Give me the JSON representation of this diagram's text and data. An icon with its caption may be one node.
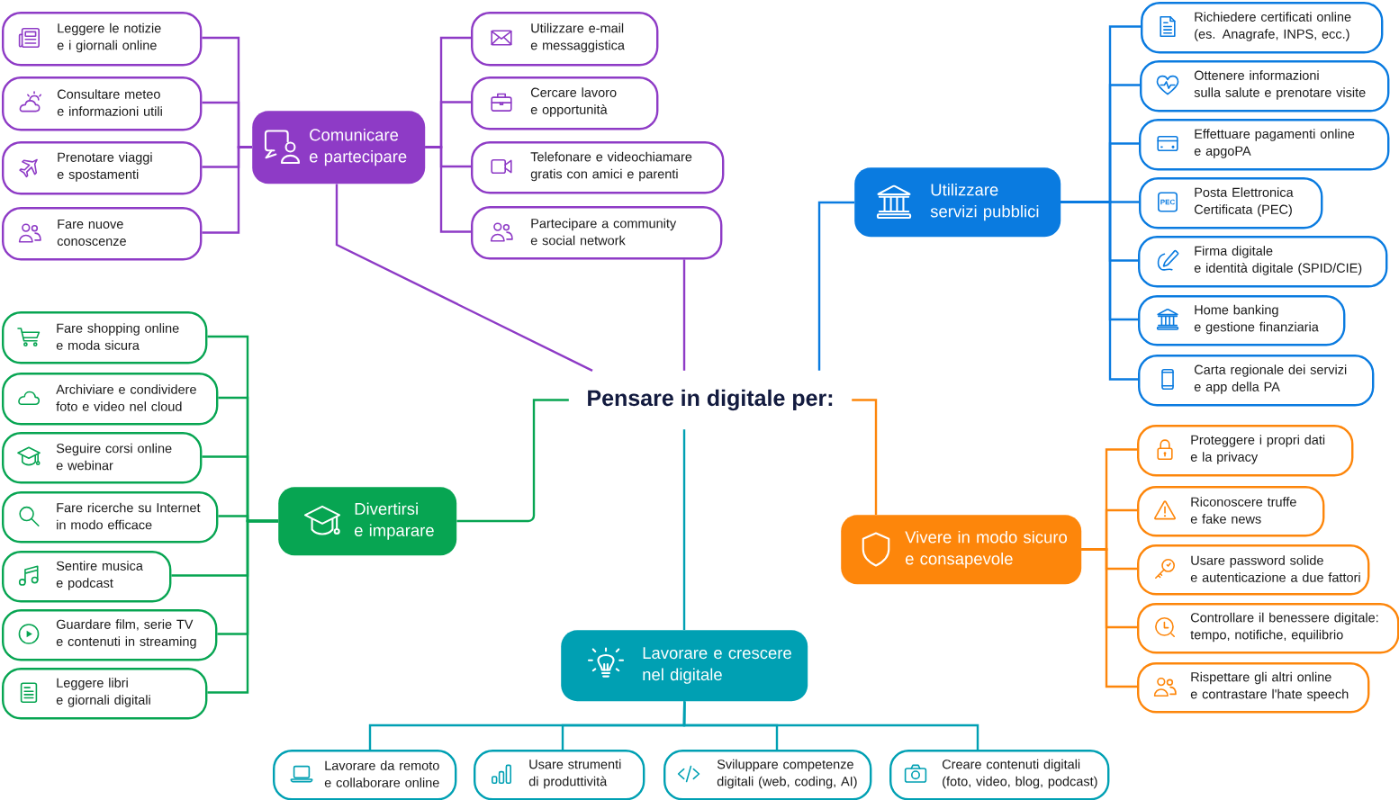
{
  "diagram": {
    "nodes": [
      {
        "text": [
          "Pensare in digitale per:"
        ]
      },
      {
        "text": [
          "Comunicare e partecipare"
        ]
      },
      {
        "text": [
          "Leggere le notizie e i giornali online"
        ]
      },
      {
        "text": [
          "Consultare meteo e informazioni utili"
        ]
      },
      {
        "text": [
          "Prenotare viaggi e spostamenti"
        ]
      },
      {
        "text": [
          "Fare nuove conoscenze"
        ]
      },
      {
        "text": [
          "Utilizzare e-mail e messaggistica"
        ]
      },
      {
        "text": [
          "Cercare lavoro e opportunità"
        ]
      },
      {
        "text": [
          "Telefonare e videochiamare gratis con amici e parenti"
        ]
      },
      {
        "text": [
          "Partecipare a community e social network"
        ]
      },
      {
        "text": [
          "Utilizzare servizi pubblici"
        ]
      },
      {
        "text": [
          "Richiedere certificati online (es. Anagrafe, INPS, ecc.)"
        ]
      },
      {
        "text": [
          "Ottenere informazioni sulla salute e prenotare visite"
        ]
      },
      {
        "text": [
          "Effettuare pagamenti online e apgoPA"
        ]
      },
      {
        "text": [
          "Posta Elettronica Certificata (PEC)"
        ]
      },
      {
        "text": [
          "Firma digitale e identità digitale (SPID/CIE)"
        ]
      },
      {
        "text": [
          "Home banking e gestione finanziaria"
        ]
      },
      {
        "text": [
          "Carta regionale dei servizi e app della PA"
        ]
      },
      {
        "text": [
          "Divertirsi e imparare"
        ]
      },
      {
        "text": [
          "Fare shopping online e moda sicura"
        ]
      },
      {
        "text": [
          "Archiviare e condividere foto e video nel cloud"
        ]
      },
      {
        "text": [
          "Seguire corsi online e webinar"
        ]
      },
      {
        "text": [
          "Fare ricerche su Internet in modo efficace"
        ]
      },
      {
        "text": [
          "Sentire musica e podcast"
        ]
      },
      {
        "text": [
          "Guardare film, serie TV e contenuti in streaming"
        ]
      },
      {
        "text": [
          "Leggere libri e giornali digitali"
        ]
      },
      {
        "text": [
          "Vivere in modo sicuro e consapevole"
        ]
      },
      {
        "text": [
          "Proteggere i propri dati e la privacy"
        ]
      },
      {
        "text": [
          "Riconoscere truffe e fake news"
        ]
      },
      {
        "text": [
          "Usare password solide e autenticazione a due fattori"
        ]
      },
      {
        "text": [
          "Controllare il benessere digitale: tempo, notifiche, equilibrio"
        ]
      },
      {
        "text": [
          "Rispettare gli altri online e contrastare l'hate speech"
        ]
      },
      {
        "text": [
          "Lavorare e crescere nel digitale"
        ]
      },
      {
        "text": [
          "Lavorare da remoto e collaborare online"
        ]
      },
      {
        "text": [
          "Usare strumenti di produttività"
        ]
      },
      {
        "text": [
          "Sviluppare competenze digitali (web, coding, AI)"
        ]
      },
      {
        "text": [
          "Creare contenuti digitali (foto, video, blog, podcast)"
        ]
      }
    ],
    "edges": [
      {
        "from": 0,
        "to": 1,
        "arrow": "none",
        "color": "#8e3bc6"
      },
      {
        "from": 0,
        "to": 9,
        "arrow": "none",
        "color": "#8e3bc6"
      },
      {
        "from": 1,
        "to": 2,
        "arrow": "none",
        "color": "#8e3bc6"
      },
      {
        "from": 1,
        "to": 3,
        "arrow": "none",
        "color": "#8e3bc6"
      },
      {
        "from": 1,
        "to": 4,
        "arrow": "none",
        "color": "#8e3bc6"
      },
      {
        "from": 1,
        "to": 5,
        "arrow": "none",
        "color": "#8e3bc6"
      },
      {
        "from": 1,
        "to": 6,
        "arrow": "none",
        "color": "#8e3bc6"
      },
      {
        "from": 1,
        "to": 7,
        "arrow": "none",
        "color": "#8e3bc6"
      },
      {
        "from": 1,
        "to": 8,
        "arrow": "none",
        "color": "#8e3bc6"
      },
      {
        "from": 1,
        "to": 9,
        "arrow": "none",
        "color": "#8e3bc6"
      },
      {
        "from": 0,
        "to": 10,
        "arrow": "none",
        "color": "#0a7be0"
      },
      {
        "from": 10,
        "to": 11,
        "arrow": "none",
        "color": "#0a7be0"
      },
      {
        "from": 10,
        "to": 12,
        "arrow": "none",
        "color": "#0a7be0"
      },
      {
        "from": 10,
        "to": 13,
        "arrow": "none",
        "color": "#0a7be0"
      },
      {
        "from": 10,
        "to": 14,
        "arrow": "none",
        "color": "#0a7be0"
      },
      {
        "from": 10,
        "to": 15,
        "arrow": "none",
        "color": "#0a7be0"
      },
      {
        "from": 10,
        "to": 16,
        "arrow": "none",
        "color": "#0a7be0"
      },
      {
        "from": 10,
        "to": 17,
        "arrow": "none",
        "color": "#0a7be0"
      },
      {
        "from": 0,
        "to": 18,
        "arrow": "none",
        "color": "#07a552"
      },
      {
        "from": 18,
        "to": 19,
        "arrow": "none",
        "color": "#07a552"
      },
      {
        "from": 18,
        "to": 20,
        "arrow": "none",
        "color": "#07a552"
      },
      {
        "from": 18,
        "to": 21,
        "arrow": "none",
        "color": "#07a552"
      },
      {
        "from": 18,
        "to": 22,
        "arrow": "none",
        "color": "#07a552"
      },
      {
        "from": 18,
        "to": 23,
        "arrow": "none",
        "color": "#07a552"
      },
      {
        "from": 18,
        "to": 24,
        "arrow": "none",
        "color": "#07a552"
      },
      {
        "from": 18,
        "to": 25,
        "arrow": "none",
        "color": "#07a552"
      },
      {
        "from": 0,
        "to": 26,
        "arrow": "none",
        "color": "#fd860b"
      },
      {
        "from": 26,
        "to": 27,
        "arrow": "none",
        "color": "#fd860b"
      },
      {
        "from": 26,
        "to": 28,
        "arrow": "none",
        "color": "#fd860b"
      },
      {
        "from": 26,
        "to": 29,
        "arrow": "none",
        "color": "#fd860b"
      },
      {
        "from": 26,
        "to": 30,
        "arrow": "none",
        "color": "#fd860b"
      },
      {
        "from": 26,
        "to": 31,
        "arrow": "none",
        "color": "#fd860b"
      },
      {
        "from": 0,
        "to": 32,
        "arrow": "none",
        "color": "#00a0b3"
      },
      {
        "from": 32,
        "to": 33,
        "arrow": "none",
        "color": "#00a0b3"
      },
      {
        "from": 32,
        "to": 34,
        "arrow": "none",
        "color": "#00a0b3"
      },
      {
        "from": 32,
        "to": 35,
        "arrow": "none",
        "color": "#00a0b3"
      },
      {
        "from": 32,
        "to": 36,
        "arrow": "none",
        "color": "#00a0b3"
      }
    ],
    "labels": [
      "PEC"
    ]
  }
}
